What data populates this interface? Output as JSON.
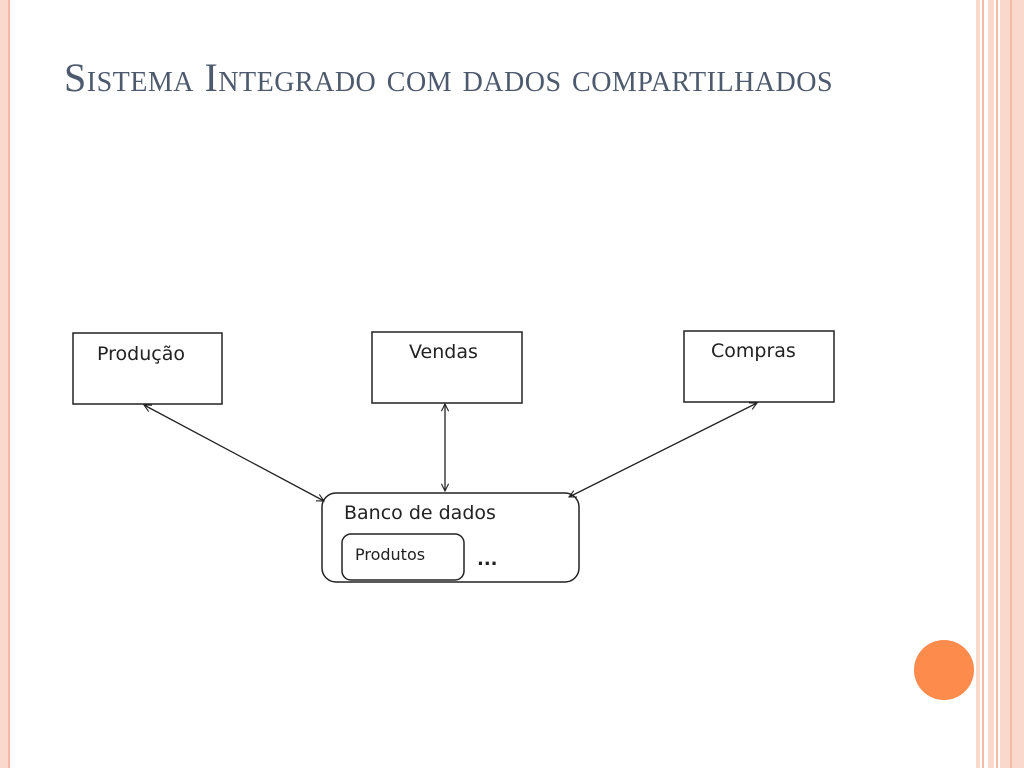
{
  "slide": {
    "title": "Sistema Integrado com dados compartilhados"
  },
  "diagram": {
    "modules": [
      {
        "id": "producao",
        "label": "Produção"
      },
      {
        "id": "vendas",
        "label": "Vendas"
      },
      {
        "id": "compras",
        "label": "Compras"
      }
    ],
    "database": {
      "label": "Banco de dados",
      "tables": [
        "Produtos"
      ],
      "ellipsis": "..."
    }
  },
  "colors": {
    "title": "#4d5a6e",
    "accent_dot": "#fd8b4c",
    "stripe_light": "#fbd8cc",
    "stripe_dark": "#f6b9a6"
  }
}
